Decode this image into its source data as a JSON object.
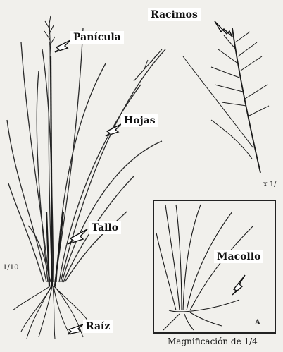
{
  "labels": {
    "panicula": "Panícula",
    "hojas": "Hojas",
    "tallo": "Tallo",
    "raiz": "Raíz",
    "racimos": "Racimos",
    "macollo": "Macollo"
  },
  "scales": {
    "main": "1/10",
    "racimos": "x 1/",
    "inset_letter": "A"
  },
  "caption": "Magnificación de 1/4",
  "colors": {
    "background": "#f1f0ec",
    "ink": "#222222",
    "label_box": "#ffffff"
  }
}
